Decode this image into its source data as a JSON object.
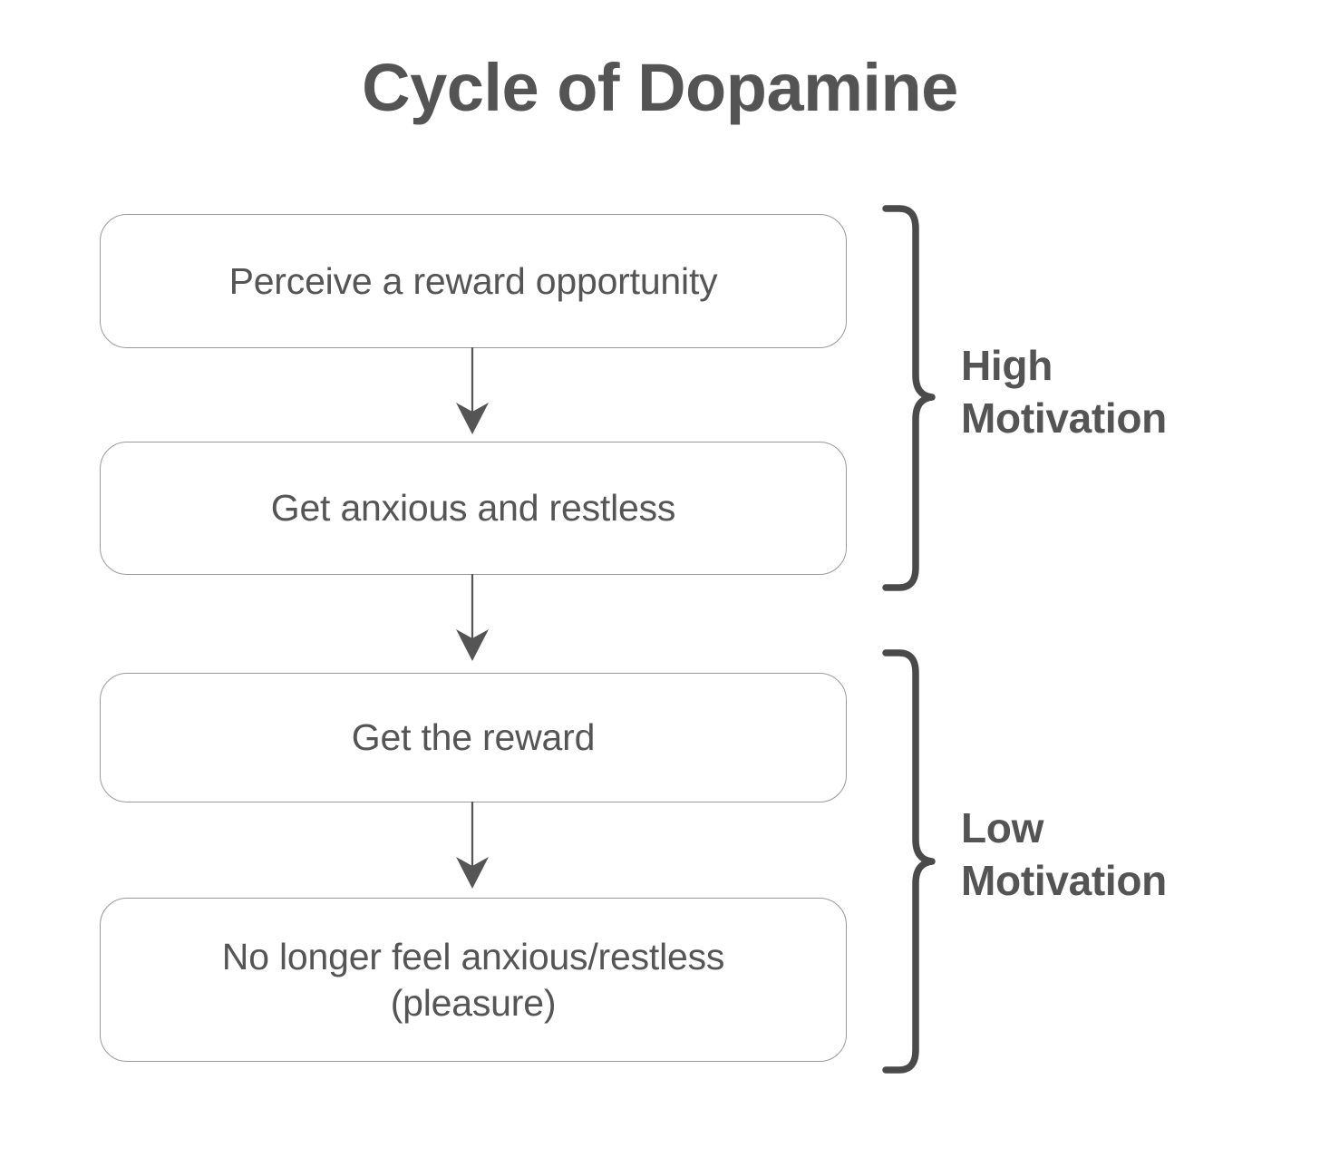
{
  "diagram": {
    "title": "Cycle of Dopamine",
    "background_color": "#ffffff",
    "title_color": "#545454",
    "box_text_color": "#555555",
    "box_border_color": "#9a9a9a",
    "bracket_color": "#4a4a4a",
    "arrow_color": "#555555",
    "steps": [
      {
        "id": "step-1",
        "label": "Perceive a reward opportunity"
      },
      {
        "id": "step-2",
        "label": "Get anxious and restless"
      },
      {
        "id": "step-3",
        "label": "Get the reward"
      },
      {
        "id": "step-4",
        "label": "No longer feel anxious/restless (pleasure)",
        "line_1": "No longer feel anxious/restless",
        "line_2": "(pleasure)"
      }
    ],
    "groups": [
      {
        "id": "group-high",
        "line_1": "High",
        "line_2": "Motivation",
        "covers": [
          "step-1",
          "step-2"
        ]
      },
      {
        "id": "group-low",
        "line_1": "Low",
        "line_2": "Motivation",
        "covers": [
          "step-3",
          "step-4"
        ]
      }
    ],
    "connectors": [
      {
        "id": "arrow-1",
        "from": "step-1",
        "to": "step-2",
        "direction": "down"
      },
      {
        "id": "arrow-2",
        "from": "step-2",
        "to": "step-3",
        "direction": "down"
      },
      {
        "id": "arrow-3",
        "from": "step-3",
        "to": "step-4",
        "direction": "down"
      }
    ]
  }
}
